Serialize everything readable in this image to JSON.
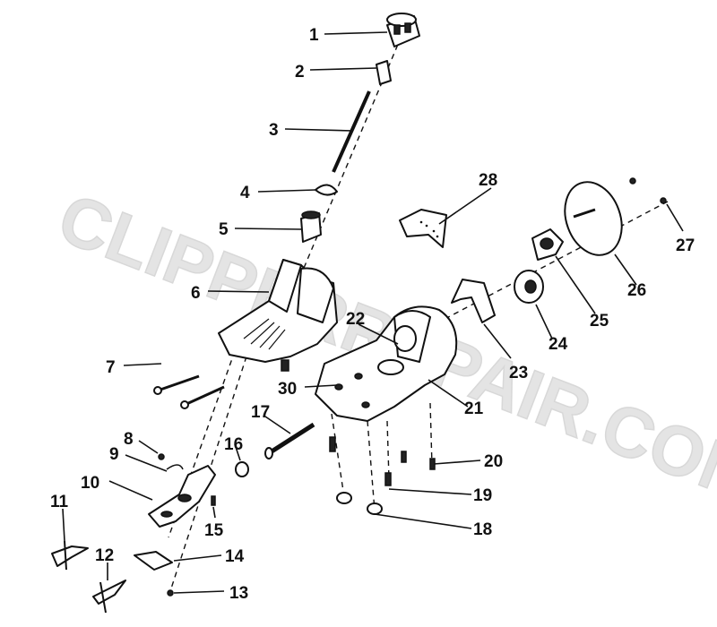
{
  "watermark": "CLIPPERREPAIR.COM",
  "callouts": [
    "1",
    "2",
    "3",
    "4",
    "5",
    "6",
    "7",
    "8",
    "9",
    "10",
    "11",
    "12",
    "13",
    "14",
    "15",
    "16",
    "17",
    "18",
    "19",
    "20",
    "21",
    "22",
    "23",
    "24",
    "25",
    "26",
    "27",
    "28",
    "30"
  ]
}
